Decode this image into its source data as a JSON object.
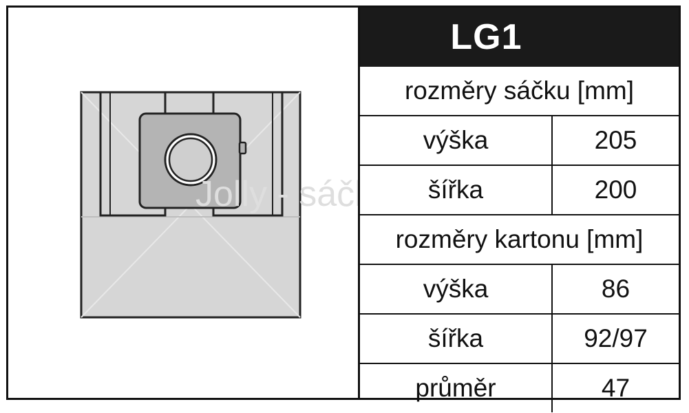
{
  "product": {
    "code": "LG1"
  },
  "watermark": "Jolly - sáčky",
  "table": {
    "bag_header": "rozměry sáčku [mm]",
    "bag_rows": [
      {
        "label": "výška",
        "value": "205"
      },
      {
        "label": "šířka",
        "value": "200"
      }
    ],
    "carton_header": "rozměry kartonu [mm]",
    "carton_rows": [
      {
        "label": "výška",
        "value": "86"
      },
      {
        "label": "šířka",
        "value": "92/97"
      },
      {
        "label": "průměr",
        "value": "47"
      }
    ]
  },
  "colors": {
    "bag_fill": "#d6d6d6",
    "collar_fill": "#b4b4b4",
    "title_bg": "#1a1a1a",
    "outline": "#222222"
  }
}
